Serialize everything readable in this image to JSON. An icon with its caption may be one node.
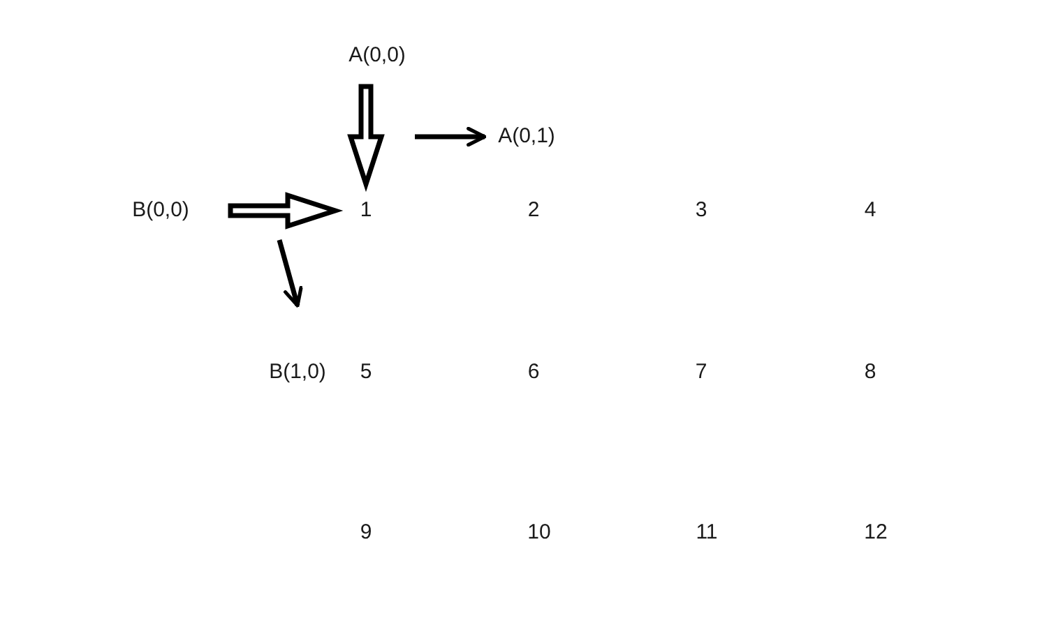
{
  "diagram": {
    "nodes": [
      {
        "text": [
          "A(0,0)"
        ]
      },
      {
        "text": [
          "A(0,1)"
        ]
      },
      {
        "text": [
          "B(0,0)"
        ]
      },
      {
        "text": [
          "1"
        ]
      },
      {
        "text": [
          "2"
        ]
      },
      {
        "text": [
          "3"
        ]
      },
      {
        "text": [
          "4"
        ]
      },
      {
        "text": [
          "B(1,0)"
        ]
      },
      {
        "text": [
          "5"
        ]
      },
      {
        "text": [
          "6"
        ]
      },
      {
        "text": [
          "7"
        ]
      },
      {
        "text": [
          "8"
        ]
      },
      {
        "text": [
          "9"
        ]
      },
      {
        "text": [
          "10"
        ]
      },
      {
        "text": [
          "11"
        ]
      },
      {
        "text": [
          "12"
        ]
      }
    ],
    "edges": [
      {
        "from": 0,
        "to": 3,
        "arrow": "to",
        "style": "thick"
      },
      {
        "from": null,
        "to": 1,
        "arrow": "to"
      },
      {
        "from": 2,
        "to": 3,
        "arrow": "to",
        "style": "thick"
      },
      {
        "from": null,
        "to": 7,
        "arrow": "to"
      }
    ]
  }
}
